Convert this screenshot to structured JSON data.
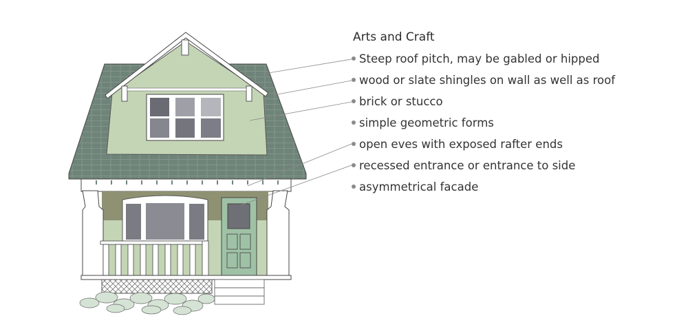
{
  "title": "Arts and Craft",
  "features": [
    "Steep roof pitch, may be gabled or hipped",
    "wood or slate shingles on wall as well as roof",
    "brick or stucco",
    "simple geometric forms",
    "open eves with exposed rafter ends",
    "recessed entrance or entrance to side",
    "asymmetrical facade"
  ],
  "colors": {
    "roof": "#6f8479",
    "wall": "#c4d5b6",
    "band": "#8e9272",
    "door": "#9fc2a6",
    "glass": "#7c7d86"
  }
}
